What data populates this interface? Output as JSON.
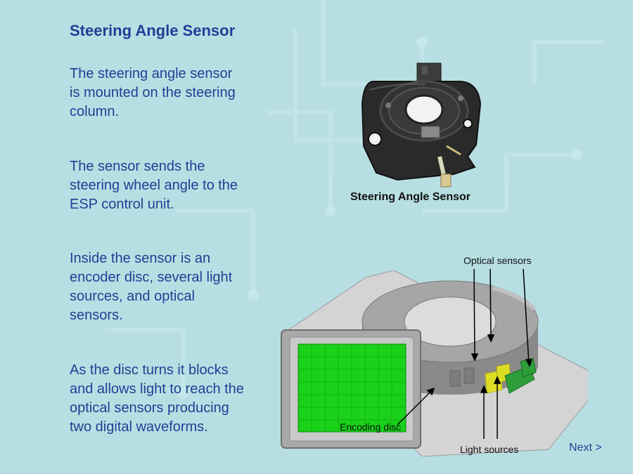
{
  "slide": {
    "title": "Steering Angle Sensor",
    "paragraphs": [
      "The steering angle sensor is mounted on the steering column.",
      "The sensor sends the steering wheel angle to the ESP control unit.",
      "Inside the sensor is an encoder disc, several light sources, and optical sensors.",
      "As the disc turns it blocks and allows light to reach the optical sensors producing two digital waveforms."
    ]
  },
  "photo": {
    "caption": "Steering Angle Sensor"
  },
  "diagram": {
    "labels": {
      "optical_sensors": "Optical sensors",
      "light_sources": "Light sources",
      "encoding_disc": "Encoding disc"
    }
  },
  "nav": {
    "next_label": "Next >"
  },
  "colors": {
    "background": "#b7dfe3",
    "heading_text": "#1f3f95",
    "oscilloscope_screen": "#19d219",
    "light_source": "#e6e61c",
    "optical_sensor": "#2e9e3a"
  }
}
